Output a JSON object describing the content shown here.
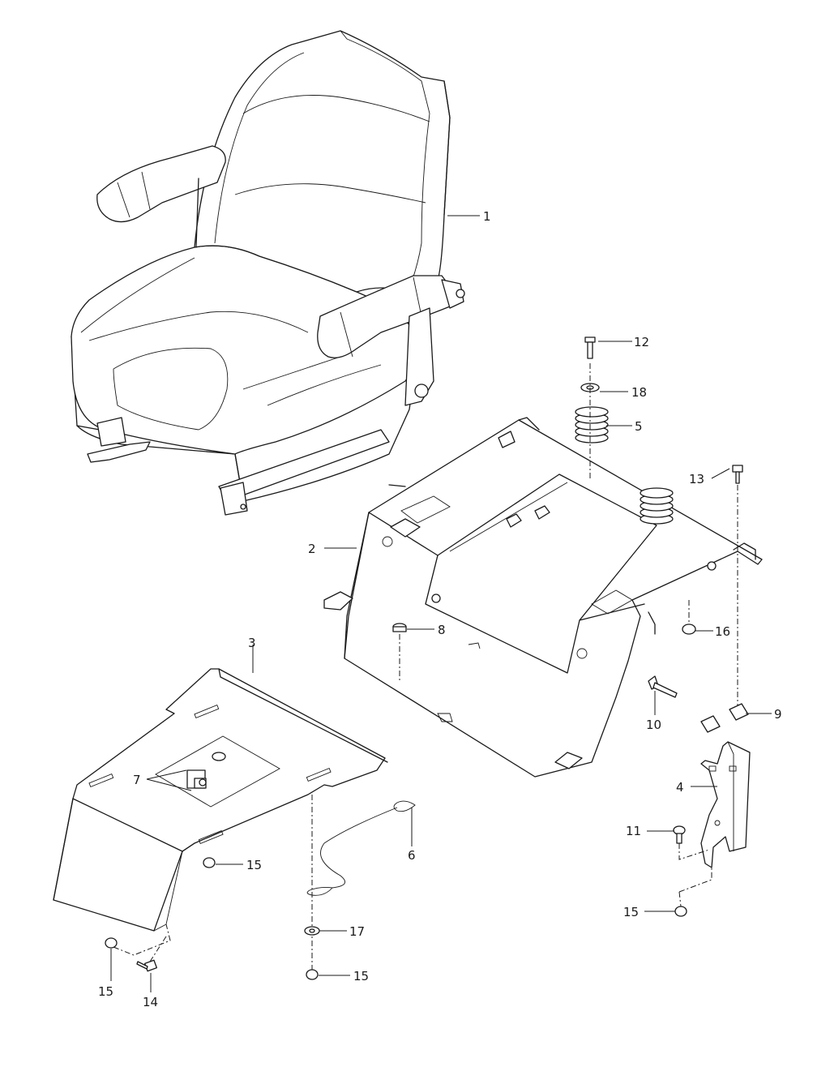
{
  "callouts": {
    "c1": "1",
    "c2": "2",
    "c3": "3",
    "c4": "4",
    "c5": "5",
    "c6": "6",
    "c7": "7",
    "c8": "8",
    "c9": "9",
    "c10": "10",
    "c11": "11",
    "c12": "12",
    "c13": "13",
    "c14": "14",
    "c15a": "15",
    "c15b": "15",
    "c15c": "15",
    "c15d": "15",
    "c16": "16",
    "c17": "17",
    "c18": "18"
  },
  "colors": {
    "line": "#1a1a1a",
    "background": "#ffffff"
  }
}
